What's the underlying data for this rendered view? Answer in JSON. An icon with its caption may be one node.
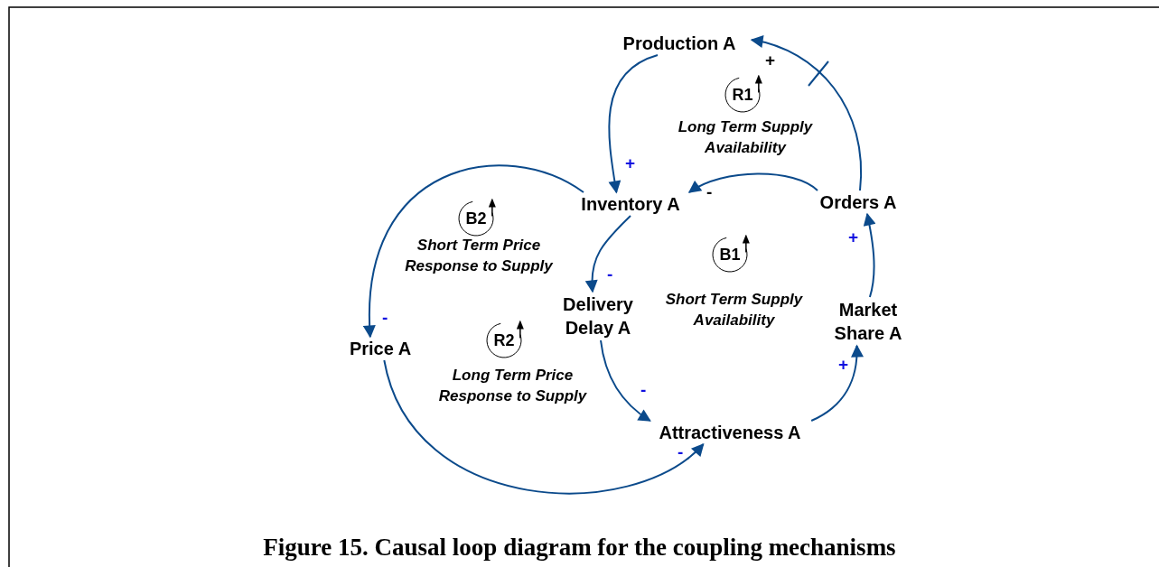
{
  "diagram": {
    "caption": "Figure 15. Causal loop diagram for the coupling mechanisms",
    "nodes": [
      {
        "text": [
          "Production A"
        ]
      },
      {
        "text": [
          "R1"
        ],
        "beside": [
          "Long Term Supply Availability"
        ]
      },
      {
        "text": [
          "Inventory A"
        ]
      },
      {
        "text": [
          "Orders A"
        ]
      },
      {
        "text": [
          "B2"
        ],
        "beside": [
          "Short Term Price Response to Supply"
        ]
      },
      {
        "text": [
          "B1"
        ],
        "beside": [
          "Short Term Supply Availability"
        ]
      },
      {
        "text": [
          "Delivery Delay A"
        ]
      },
      {
        "text": [
          "Market Share A"
        ]
      },
      {
        "text": [
          "Price A"
        ]
      },
      {
        "text": [
          "R2"
        ],
        "beside": [
          "Long Term Price Response to Supply"
        ]
      },
      {
        "text": [
          "Attractiveness A"
        ]
      }
    ],
    "edges": [
      {
        "from": 3,
        "to": 0,
        "arrow": "to",
        "label": "+"
      },
      {
        "from": 0,
        "to": 2,
        "arrow": "to",
        "label": "+"
      },
      {
        "from": 3,
        "to": 2,
        "arrow": "to",
        "label": "-"
      },
      {
        "from": 2,
        "to": 8,
        "arrow": "to",
        "label": "-"
      },
      {
        "from": 2,
        "to": 6,
        "arrow": "to",
        "label": "-"
      },
      {
        "from": 6,
        "to": 10,
        "arrow": "to",
        "label": "-"
      },
      {
        "from": 8,
        "to": 10,
        "arrow": "to",
        "label": "-"
      },
      {
        "from": 10,
        "to": 7,
        "arrow": "to",
        "label": "+"
      },
      {
        "from": 7,
        "to": 3,
        "arrow": "to",
        "label": "+"
      }
    ]
  }
}
